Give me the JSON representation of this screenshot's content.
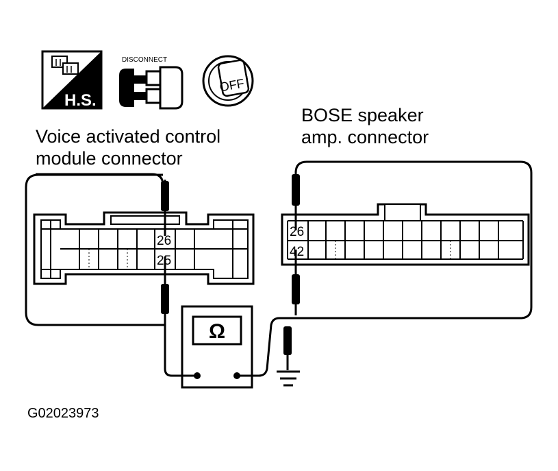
{
  "icons": {
    "harness_label": "H.S.",
    "disconnect_label": "DISCONNECT",
    "ignition_label": "OFF"
  },
  "left_connector": {
    "title_line1": "Voice activated control",
    "title_line2": "module connector",
    "pin_top": "26",
    "pin_bottom": "25"
  },
  "right_connector": {
    "title_line1": "BOSE speaker",
    "title_line2": "amp. connector",
    "pin_top": "26",
    "pin_bottom": "42"
  },
  "meter": {
    "symbol": "Ω"
  },
  "figure_id": "G02023973"
}
